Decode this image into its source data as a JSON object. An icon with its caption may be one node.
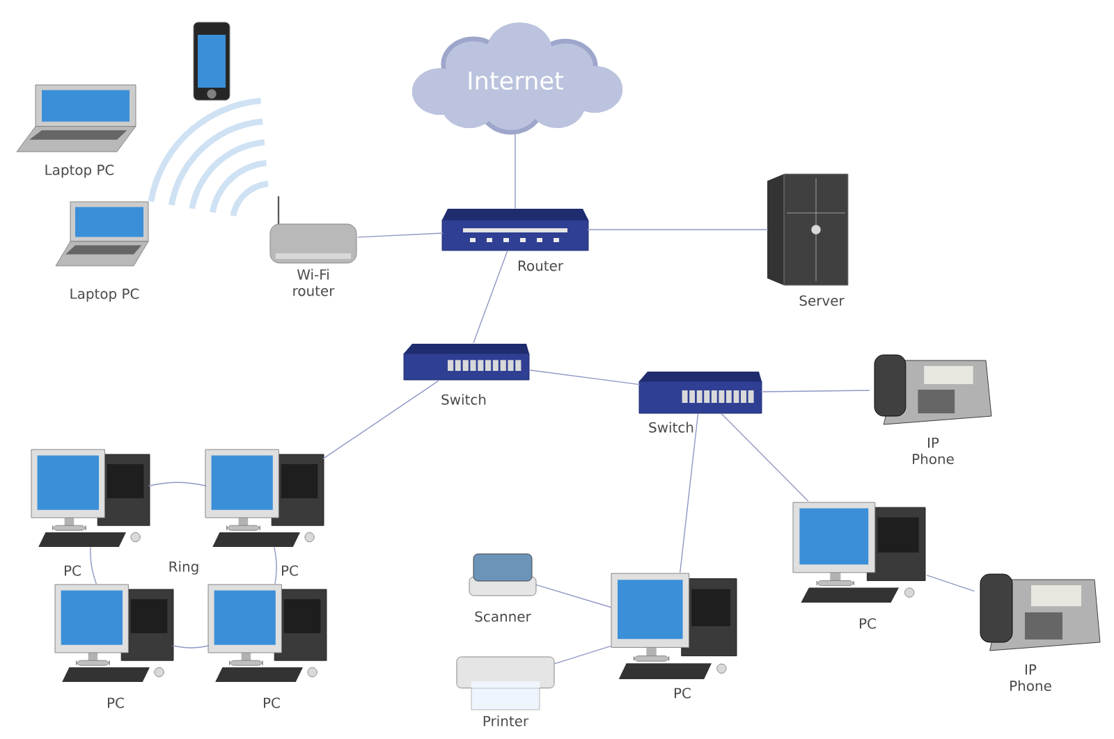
{
  "diagram": {
    "nodes": [
      {
        "text": [
          "Internet"
        ]
      },
      {
        "text": [],
        "shape": "picture"
      },
      {
        "text": [
          "Laptop PC"
        ]
      },
      {
        "text": [
          "Laptop PC"
        ]
      },
      {
        "text": [
          "Wi-Fi router"
        ]
      },
      {
        "text": [
          "Router"
        ]
      },
      {
        "text": [
          "Server"
        ]
      },
      {
        "text": [
          "Switch"
        ]
      },
      {
        "text": [
          "Switch"
        ]
      },
      {
        "text": [
          "IP Phone"
        ]
      },
      {
        "text": [
          "PC"
        ]
      },
      {
        "text": [
          "PC"
        ]
      },
      {
        "text": [
          "PC"
        ]
      },
      {
        "text": [
          "PC"
        ]
      },
      {
        "text": [
          "Scanner"
        ]
      },
      {
        "text": [
          "PC"
        ]
      },
      {
        "text": [
          "PC"
        ]
      },
      {
        "text": [
          "Printer"
        ]
      },
      {
        "text": [
          "IP Phone"
        ]
      }
    ],
    "edges": [
      {
        "from": 0,
        "to": 5,
        "arrow": "none"
      },
      {
        "from": 4,
        "to": 5,
        "arrow": "none"
      },
      {
        "from": 5,
        "to": 6,
        "arrow": "none"
      },
      {
        "from": 5,
        "to": 7,
        "arrow": "none"
      },
      {
        "from": 7,
        "to": 8,
        "arrow": "none"
      },
      {
        "from": 7,
        "to": 11,
        "arrow": "none"
      },
      {
        "from": 8,
        "to": 9,
        "arrow": "none"
      },
      {
        "from": 8,
        "to": 15,
        "arrow": "none"
      },
      {
        "from": 8,
        "to": 16,
        "arrow": "none"
      },
      {
        "from": 16,
        "to": 18,
        "arrow": "none"
      },
      {
        "from": 14,
        "to": 15,
        "arrow": "none"
      },
      {
        "from": 17,
        "to": 15,
        "arrow": "none"
      },
      {
        "from": 10,
        "to": 11,
        "arrow": "none"
      },
      {
        "from": 11,
        "to": 13,
        "arrow": "none"
      },
      {
        "from": 13,
        "to": 12,
        "arrow": "none"
      },
      {
        "from": 12,
        "to": 10,
        "arrow": "none"
      }
    ],
    "labels": [
      "Ring"
    ]
  }
}
